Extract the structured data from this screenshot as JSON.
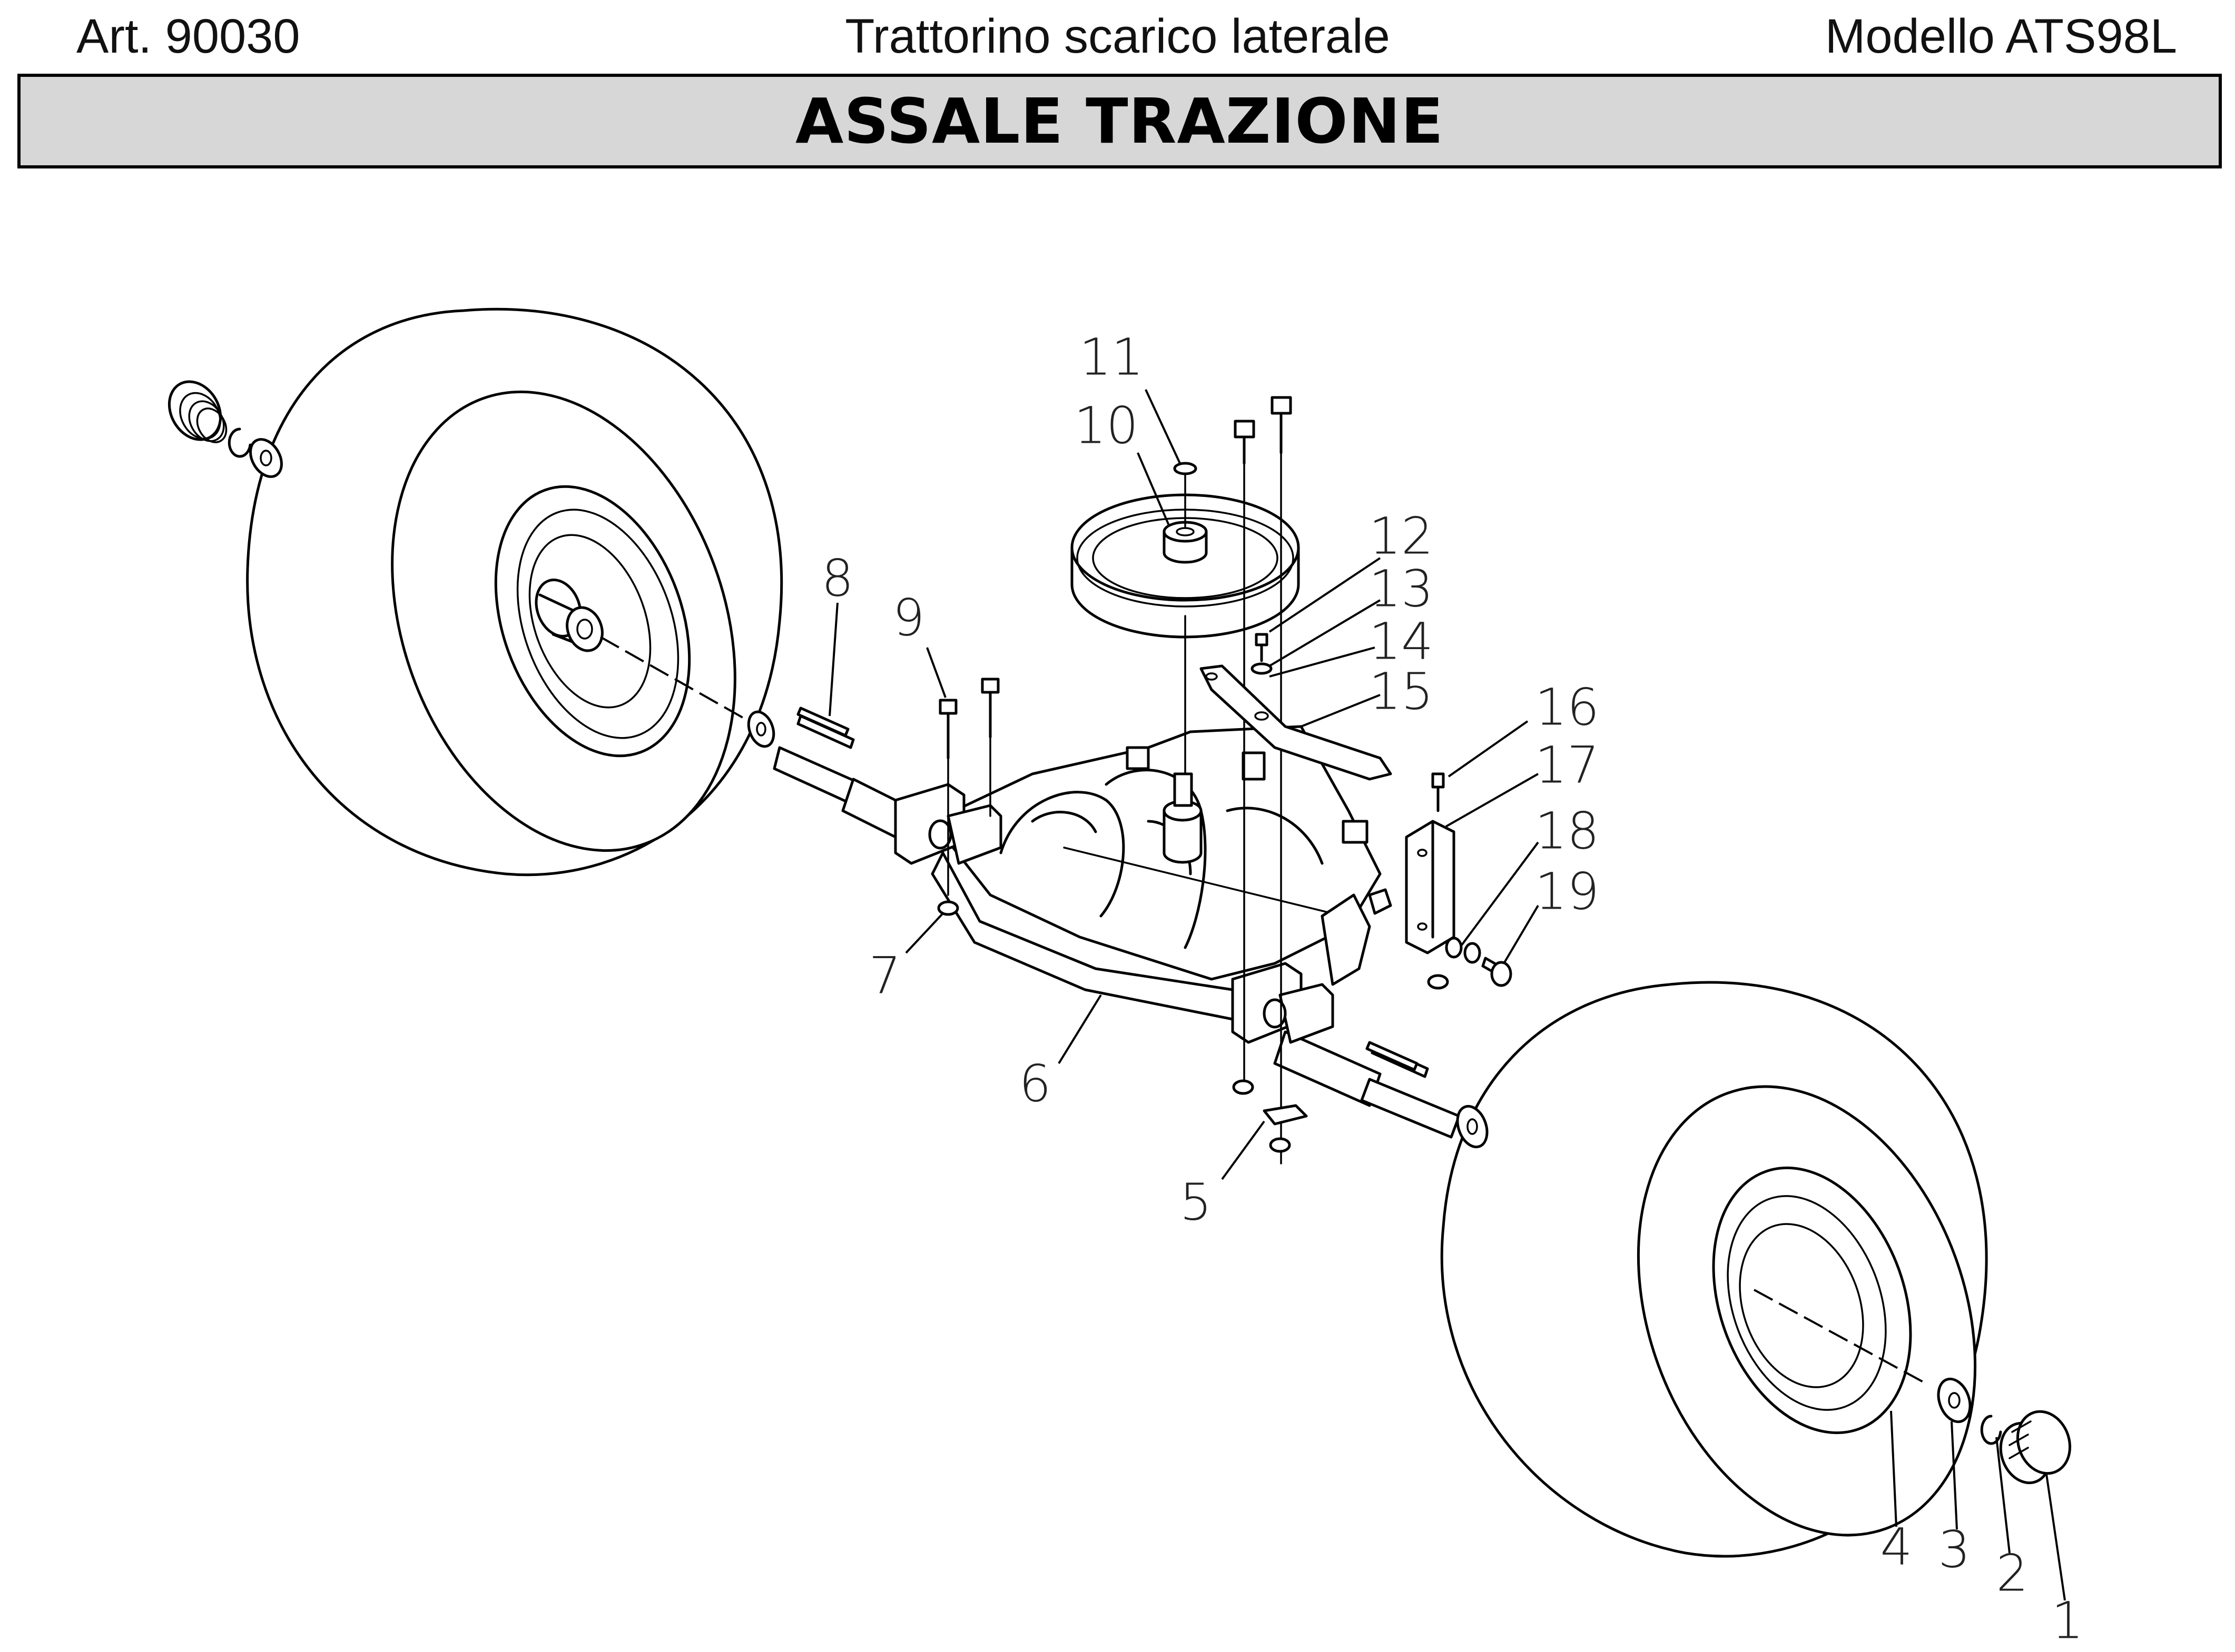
{
  "header": {
    "article": "Art. 90030",
    "product": "Trattorino scarico laterale",
    "model": "Modello ATS98L"
  },
  "title": "ASSALE TRAZIONE",
  "callouts": [
    "1",
    "2",
    "3",
    "4",
    "5",
    "6",
    "7",
    "8",
    "9",
    "10",
    "11",
    "12",
    "13",
    "14",
    "15",
    "16",
    "17",
    "18",
    "19"
  ]
}
